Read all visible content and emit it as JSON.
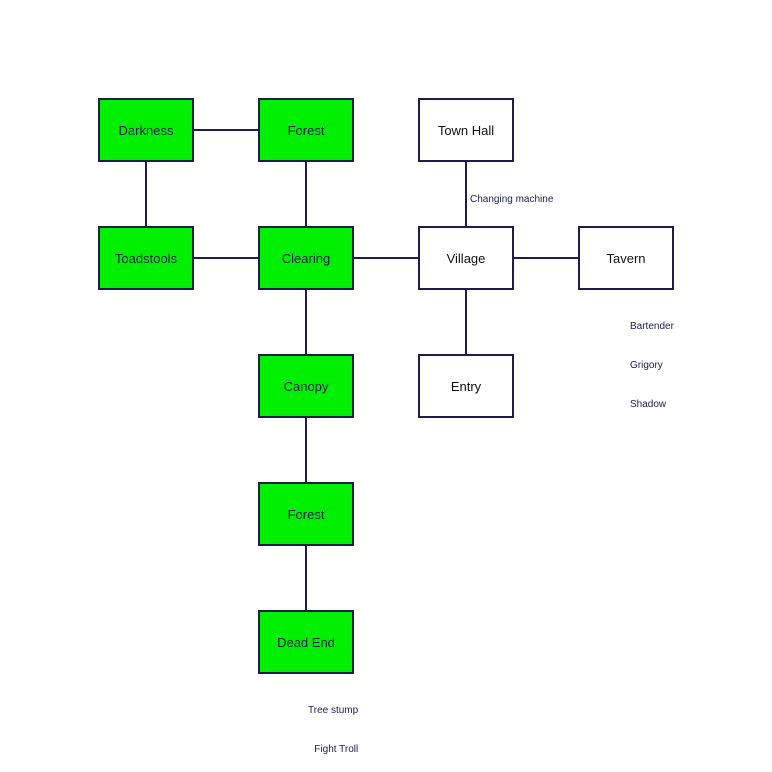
{
  "colors": {
    "explored": "#00f000",
    "unexplored": "#ffffff",
    "border": "#1c1c4e"
  },
  "rooms": {
    "darkness": "Darkness",
    "forest_top": "Forest",
    "town_hall": "Town Hall",
    "toadstools": "Toadstools",
    "clearing": "Clearing",
    "village": "Village",
    "tavern": "Tavern",
    "canopy": "Canopy",
    "entry": "Entry",
    "forest_bottom": "Forest",
    "dead_end": "Dead End"
  },
  "notes": {
    "town_hall": [
      "Changing machine"
    ],
    "tavern": [
      "Bartender",
      "Grigory",
      "Shadow"
    ],
    "dead_end": [
      "Tree stump",
      "Fight Troll"
    ]
  }
}
